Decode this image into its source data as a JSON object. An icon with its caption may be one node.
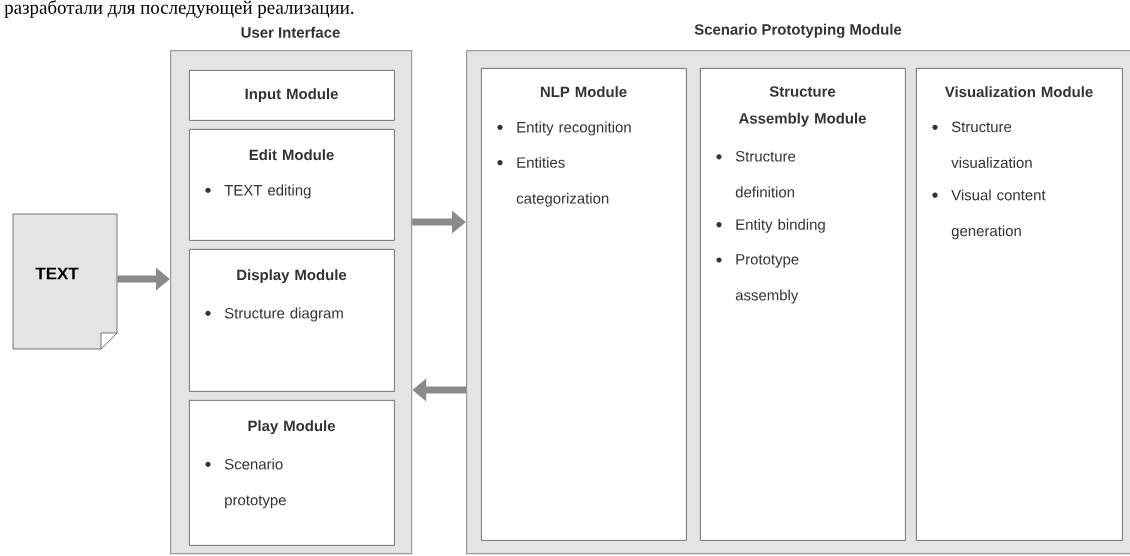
{
  "diagram": {
    "nodes": [
      {
        "text": [
          "TEXT"
        ]
      },
      {
        "text": [
          "User Interface"
        ]
      },
      {
        "text": [
          "Input Module"
        ],
        "in": 1
      },
      {
        "text": [
          "Edit Module",
          "TEXT editing"
        ],
        "in": 1
      },
      {
        "text": [
          "Display Module",
          "Structure diagram"
        ],
        "in": 1
      },
      {
        "text": [
          "Play Module",
          "Scenario prototype"
        ],
        "in": 1
      },
      {
        "text": [
          "Scenario Prototyping Module"
        ]
      },
      {
        "text": [
          "NLP Module",
          "Entity recognition",
          "Entities categorization"
        ],
        "in": 6
      },
      {
        "text": [
          "Structure Assembly Module",
          "Structure definition",
          "Entity binding",
          "Prototype assembly"
        ],
        "in": 6
      },
      {
        "text": [
          "Visualization Module",
          "Structure visualization",
          "Visual content generation"
        ],
        "in": 6
      }
    ],
    "edges": [
      {
        "from": 0,
        "to": 1,
        "arrow": "to"
      },
      {
        "from": 1,
        "to": 6,
        "arrow": "to"
      },
      {
        "from": 6,
        "to": 1,
        "arrow": "to"
      }
    ],
    "labels": [
      "разработали для последующей реализации."
    ]
  }
}
